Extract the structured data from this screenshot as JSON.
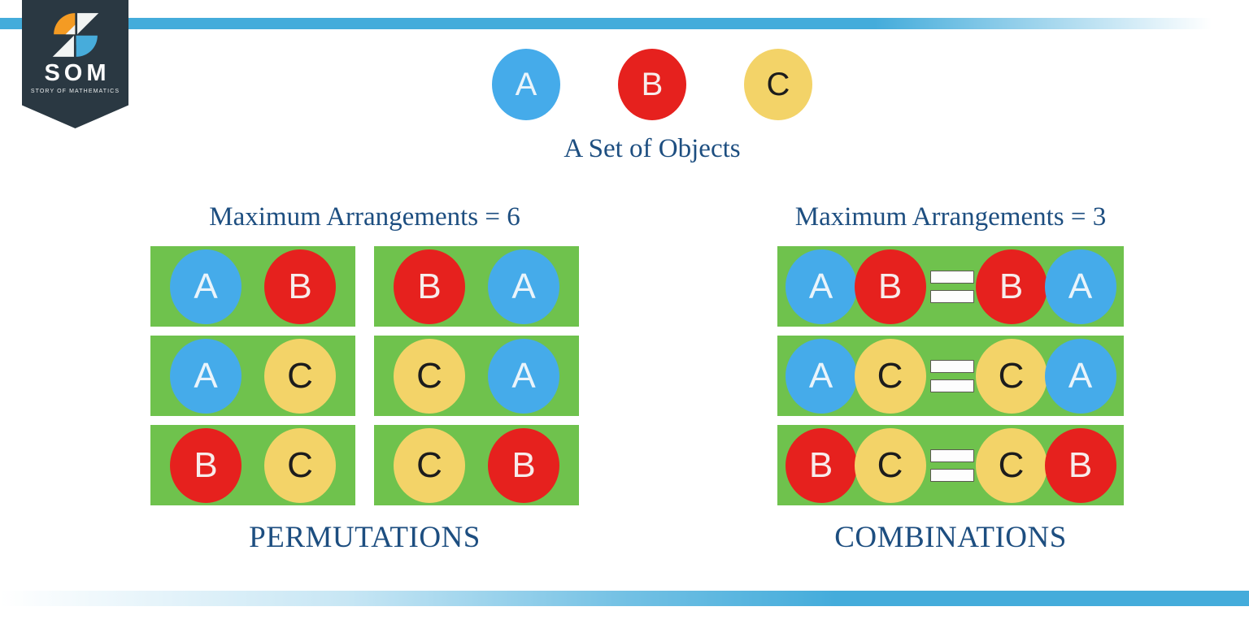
{
  "logo": {
    "word": "SOM",
    "tagline": "STORY OF MATHEMATICS",
    "badge_color": "#2A3842",
    "mark_colors": {
      "orange": "#F49B23",
      "white": "#F2F4F3",
      "blue": "#47ACDB"
    }
  },
  "stripes": {
    "blue": "#44ACDB"
  },
  "set": {
    "caption": "A Set of Objects",
    "items": [
      {
        "label": "A",
        "color": "#45ABEA",
        "text_color": "#EAF4FB"
      },
      {
        "label": "B",
        "color": "#E6211E",
        "text_color": "#F7ECEB"
      },
      {
        "label": "C",
        "color": "#F3D368",
        "text_color": "#1C1C1C"
      }
    ]
  },
  "permutations": {
    "heading": "Maximum Arrangements = 6",
    "label": "PERMUTATIONS",
    "rows": [
      [
        [
          "A",
          "B"
        ],
        [
          "B",
          "A"
        ]
      ],
      [
        [
          "A",
          "C"
        ],
        [
          "C",
          "A"
        ]
      ],
      [
        [
          "B",
          "C"
        ],
        [
          "C",
          "B"
        ]
      ]
    ]
  },
  "combinations": {
    "heading": "Maximum Arrangements = 3",
    "label": "COMBINATIONS",
    "rows": [
      {
        "left": [
          "A",
          "B"
        ],
        "right": [
          "B",
          "A"
        ]
      },
      {
        "left": [
          "A",
          "C"
        ],
        "right": [
          "C",
          "A"
        ]
      },
      {
        "left": [
          "B",
          "C"
        ],
        "right": [
          "C",
          "B"
        ]
      }
    ]
  },
  "theme": {
    "panel_green": "#6FC24D",
    "text_blue": "#1D4E80"
  }
}
